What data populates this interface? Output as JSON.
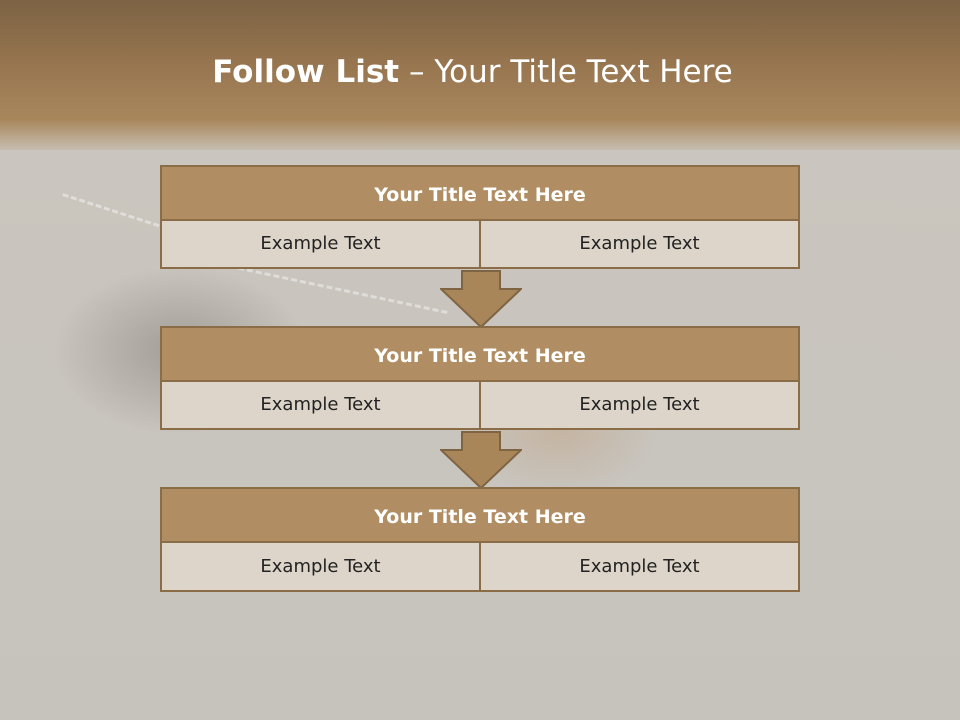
{
  "slide": {
    "title_bold": "Follow List",
    "title_rest": " – Your Title Text Here"
  },
  "blocks": [
    {
      "title": "Your Title Text Here",
      "left": "Example Text",
      "right": "Example Text"
    },
    {
      "title": "Your Title Text Here",
      "left": "Example Text",
      "right": "Example Text"
    },
    {
      "title": "Your Title Text Here",
      "left": "Example Text",
      "right": "Example Text"
    }
  ],
  "colors": {
    "header": "#987650",
    "block_title": "#b08d62",
    "block_cell": "#ddd5c9",
    "border": "#8a6c47",
    "arrow": "#a98659"
  },
  "icons": [
    "down-arrow-icon",
    "down-arrow-icon"
  ]
}
